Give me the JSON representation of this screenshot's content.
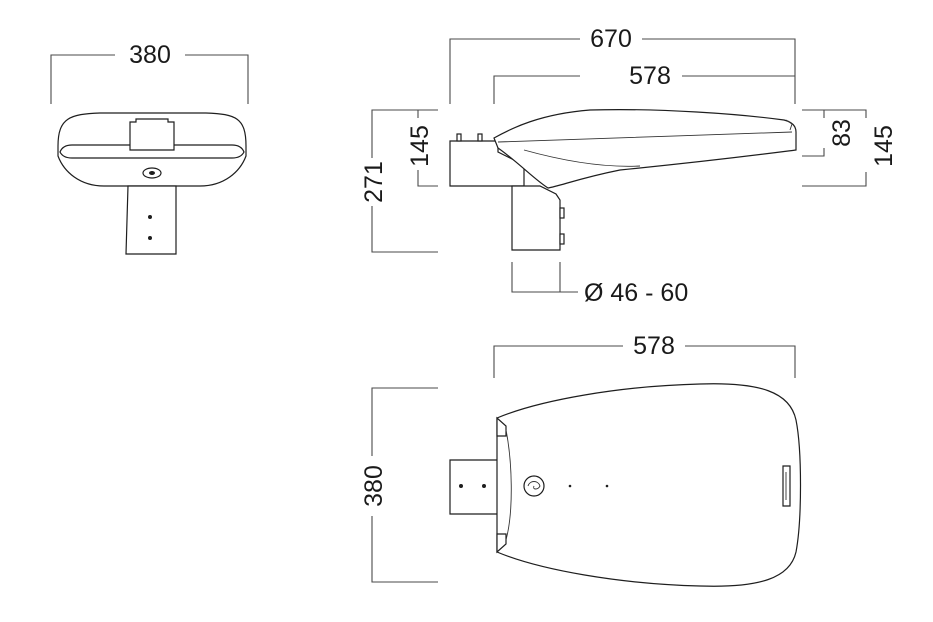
{
  "dimensions": {
    "front_width": "380",
    "side_total_length": "670",
    "side_housing_length": "578",
    "side_bracket_height": "145",
    "side_total_height": "271",
    "side_nose_height": "83",
    "side_housing_height": "145",
    "spigot_diameter": "Ø 46 - 60",
    "top_length": "578",
    "top_width": "380"
  },
  "colors": {
    "line": "#1e1e1e",
    "dimension_line": "#4a4a4a",
    "background": "#ffffff"
  }
}
